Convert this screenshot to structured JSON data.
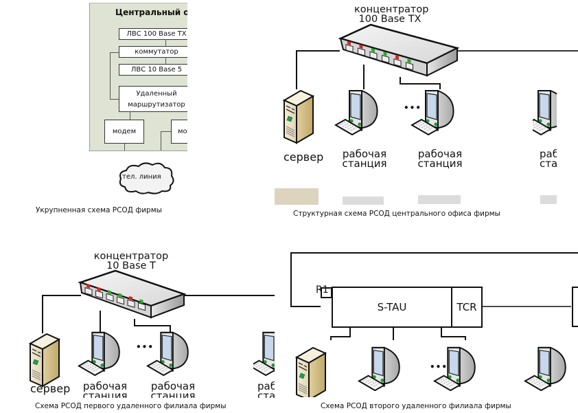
{
  "panels": {
    "overview": {
      "title": "Центральный офис",
      "boxes": {
        "lan100": "ЛВС 100 Base TX",
        "switch": "коммутатор",
        "lan10": "ЛВС 10 Base 5",
        "router_line1": "Удаленный",
        "router_line2": "маршрутизатор",
        "modem1": "модем",
        "modem2": "модем"
      },
      "cloud": "тел. линия",
      "caption": "Укрупненная схема  РСОД  фирмы"
    },
    "central_office": {
      "hub_line1": "концентратор",
      "hub_line2": "100 Base TX",
      "server": "сервер",
      "ws_line1": "рабочая",
      "ws_line2": "станция",
      "ellipsis": "•••",
      "caption": "Структурная схема РСОД центрального офиса фирмы",
      "port_leds": [
        "red",
        "red",
        "green",
        "green",
        "red",
        "green"
      ],
      "legend_swatches": [
        "#ddd4bd",
        "#dcdcdc",
        "#dcdcdc",
        "#dcdcdc"
      ]
    },
    "branch1": {
      "hub_line1": "концентратор",
      "hub_line2": "10 Base T",
      "server": "сервер",
      "ws_line1": "рабочая",
      "ws_line2": "станция",
      "ellipsis": "•••",
      "caption": "Схема РСОД первого удаленного филиала фирмы",
      "port_leds": [
        "red",
        "red",
        "green",
        "green",
        "red",
        "green"
      ]
    },
    "branch2": {
      "r1": "R1",
      "stau": "S-TAU",
      "tcr": "TCR",
      "ellipsis": "•••",
      "caption": "Схема РСОД второго удаленного филиала фирмы"
    }
  },
  "colors": {
    "panel_bg": "#dfe3d3",
    "led_red": "#e02020",
    "led_green": "#22b022",
    "server_body": "#e8dcb8",
    "screen": "#c8d8ec"
  }
}
